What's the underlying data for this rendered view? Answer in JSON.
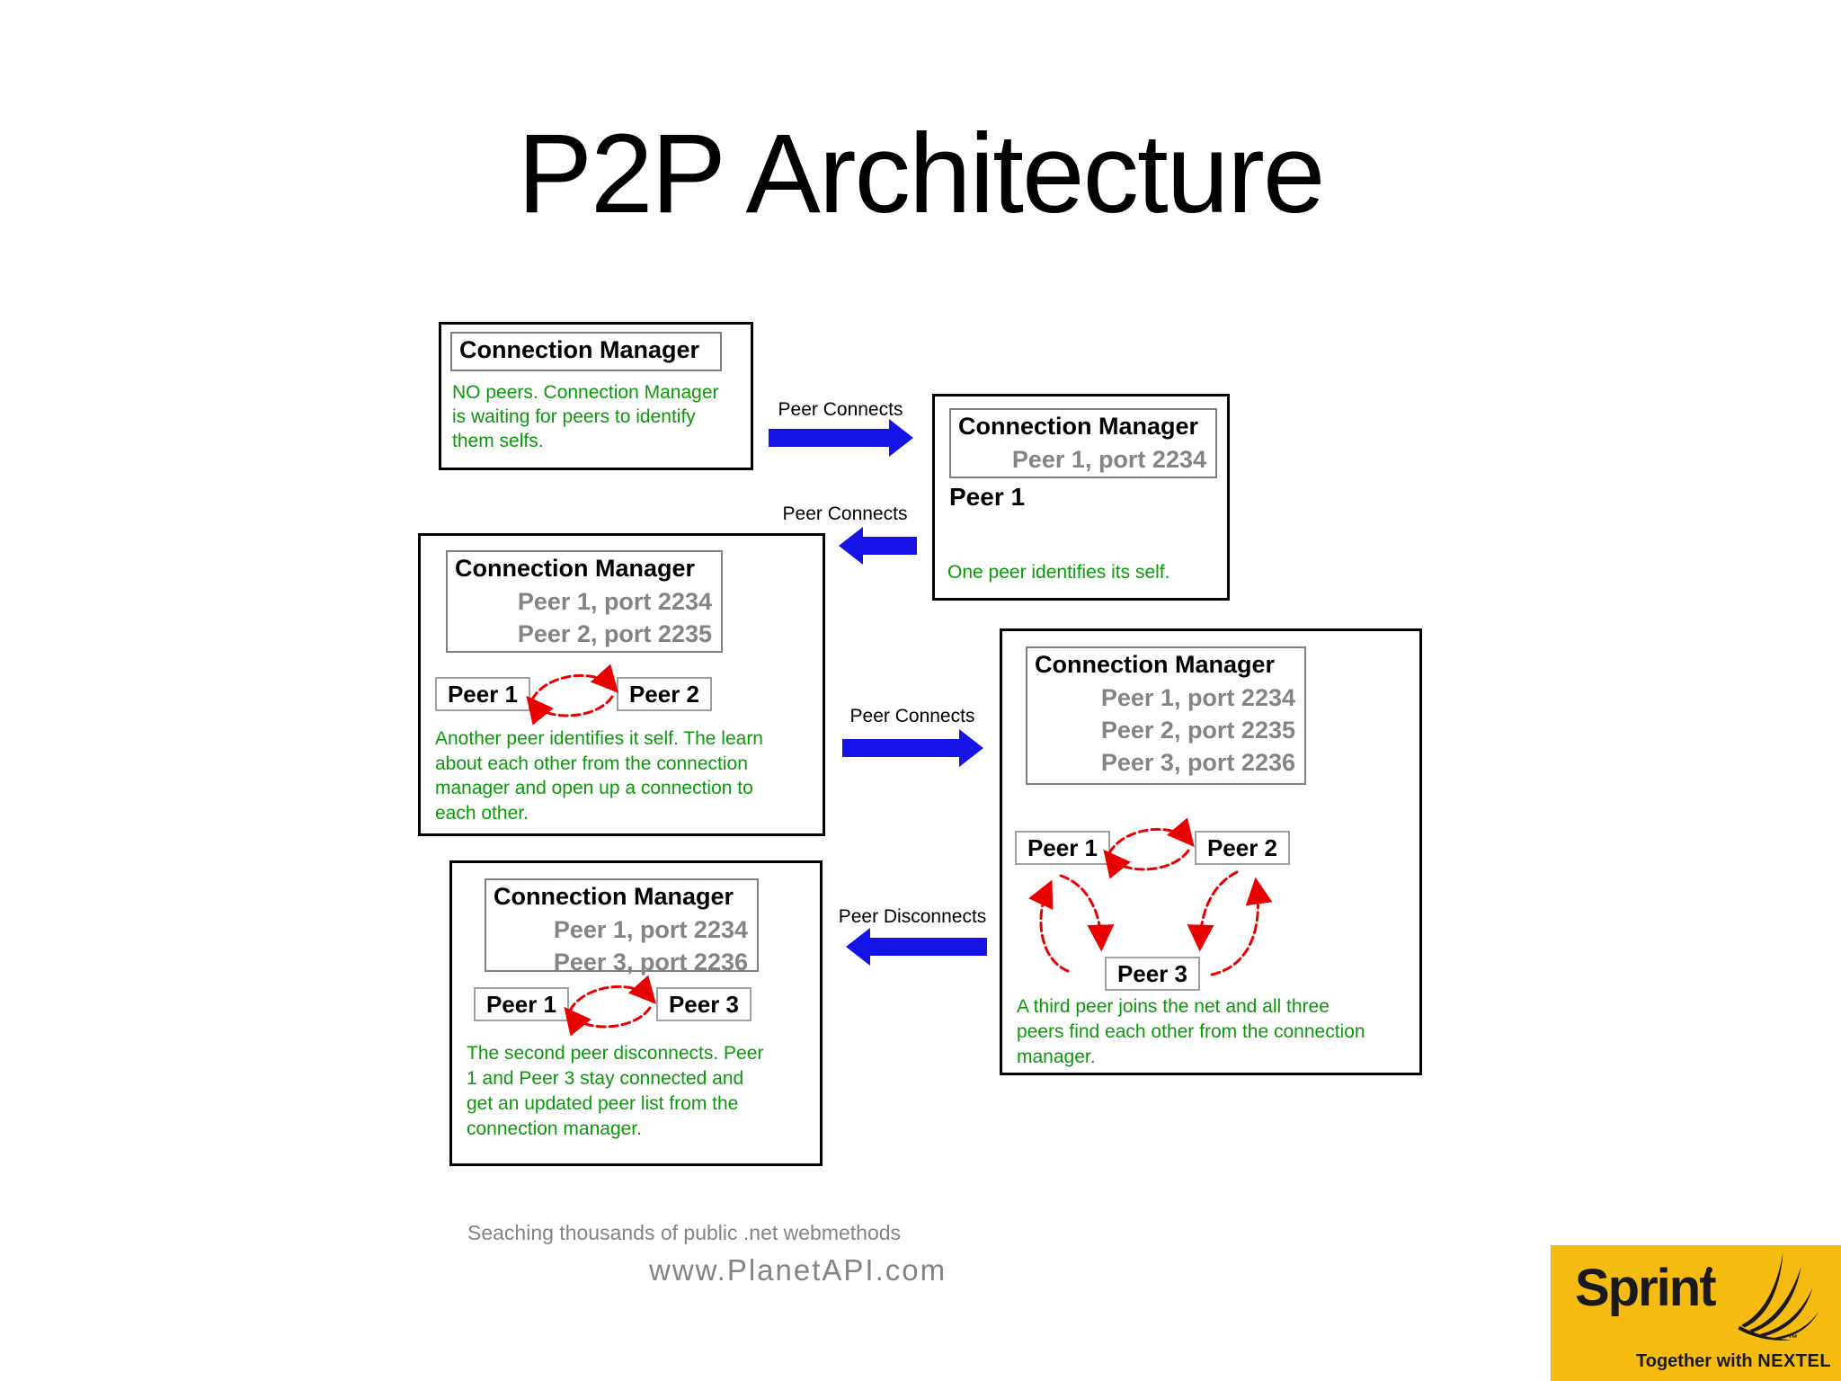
{
  "title": "P2P Architecture",
  "colors": {
    "note_green": "#099909",
    "port_gray": "#848484",
    "arrow_blue": "#1414e6",
    "link_red": "#e80000",
    "sprint_yellow": "#f5bb10"
  },
  "stages": [
    {
      "manager_title": "Connection Manager",
      "ports": [],
      "peers": [],
      "note": "NO peers. Connection Manager\nis waiting for peers  to identify\nthem selfs."
    },
    {
      "manager_title": "Connection Manager",
      "ports": [
        "Peer 1, port 2234"
      ],
      "peers": [
        "Peer 1"
      ],
      "note": "One peer identifies its self."
    },
    {
      "manager_title": "Connection Manager",
      "ports": [
        "Peer 1, port 2234",
        "Peer 2, port 2235"
      ],
      "peers": [
        "Peer 1",
        "Peer 2"
      ],
      "note": "Another peer identifies it self. The learn\nabout each other from the connection\nmanager and open up a connection to\neach other."
    },
    {
      "manager_title": "Connection Manager",
      "ports": [
        "Peer 1, port 2234",
        "Peer 2, port 2235",
        "Peer 3, port 2236"
      ],
      "peers": [
        "Peer 1",
        "Peer 2",
        "Peer 3"
      ],
      "note": "A third peer joins the net and all three\npeers find each other from the connection\nmanager."
    },
    {
      "manager_title": "Connection Manager",
      "ports": [
        "Peer 1, port 2234",
        "Peer 3, port 2236"
      ],
      "peers": [
        "Peer 1",
        "Peer 3"
      ],
      "note": "The second peer disconnects. Peer\n1 and Peer 3 stay connected and\nget an  updated peer list from the\nconnection manager."
    }
  ],
  "arrows": [
    {
      "label": "Peer Connects",
      "direction": "right"
    },
    {
      "label": "Peer Connects",
      "direction": "left"
    },
    {
      "label": "Peer Connects",
      "direction": "right"
    },
    {
      "label": "Peer Disconnects",
      "direction": "left"
    }
  ],
  "footer": {
    "caption": "Seaching thousands of public .net webmethods",
    "url": "www.PlanetAPI.com"
  },
  "sprint": {
    "brand": "Sprint",
    "tagline_prefix": "Together with ",
    "tagline_brand": "NEXTEL",
    "trademark": "™"
  }
}
